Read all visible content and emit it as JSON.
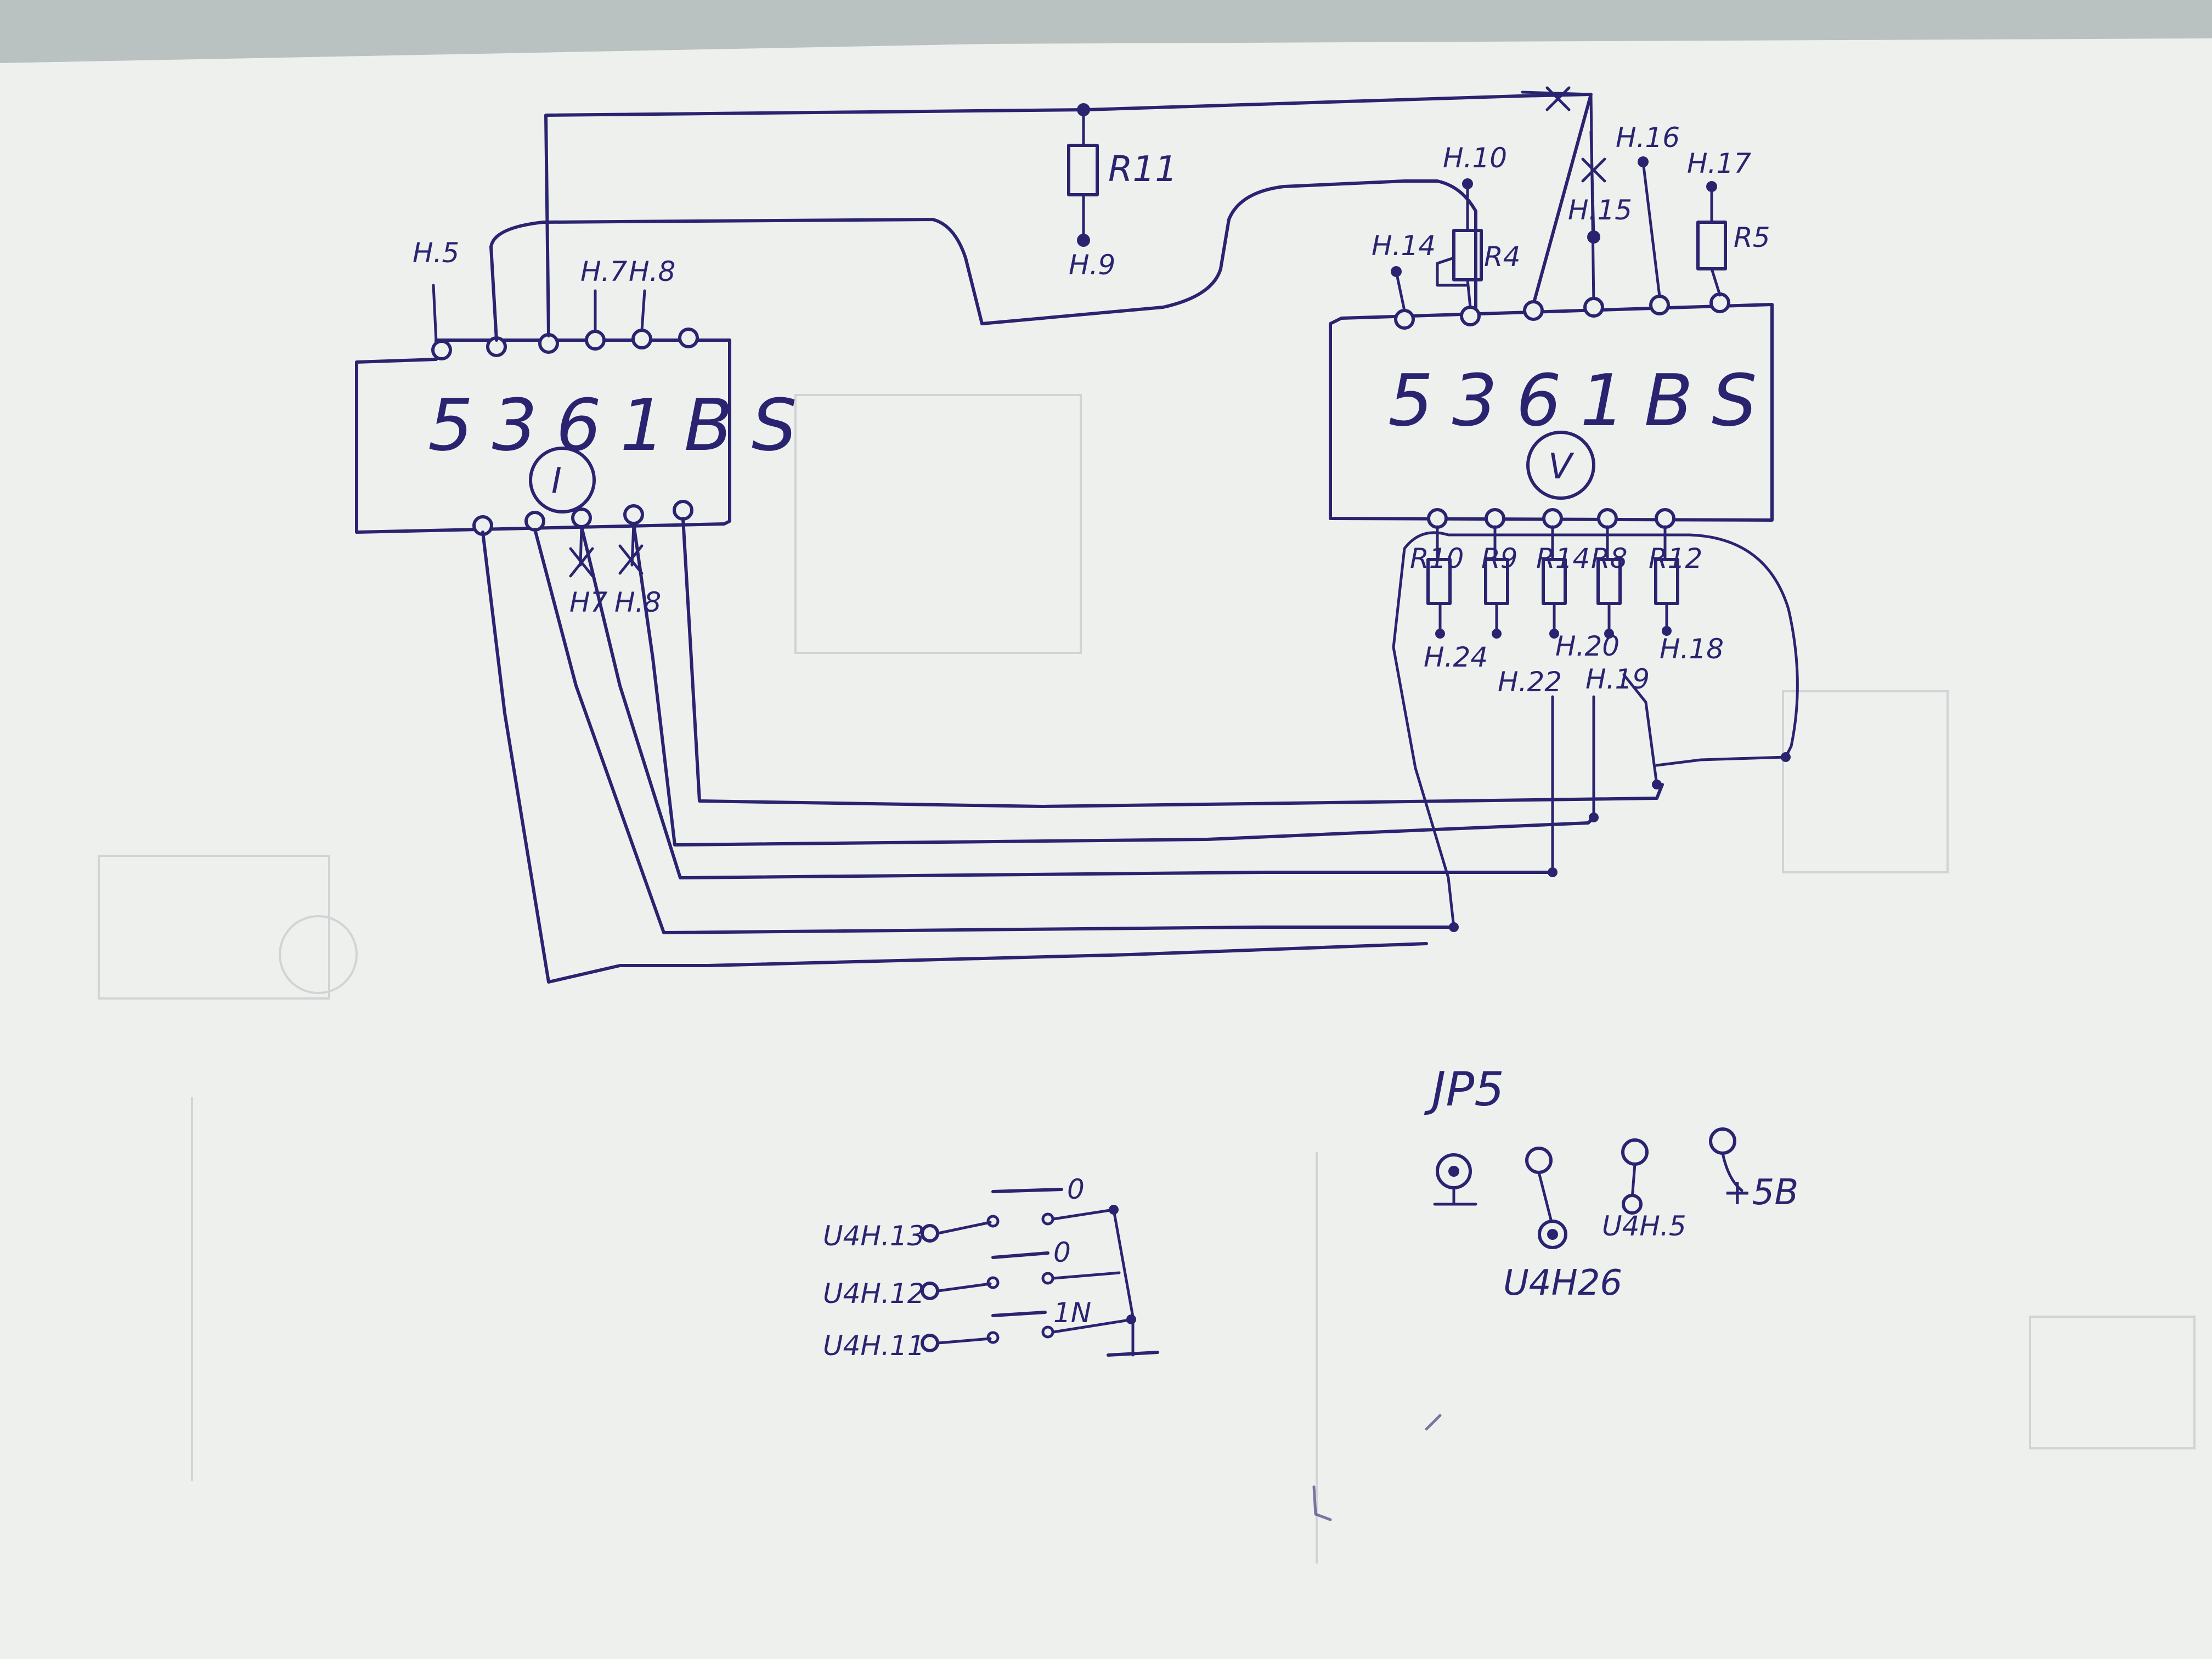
{
  "chips": {
    "left": {
      "part": "5361BS",
      "mark": "I"
    },
    "right": {
      "part": "5361BS",
      "mark": "V"
    }
  },
  "labels": {
    "r11": "R11",
    "n9": "Н.9",
    "n5": "Н.5",
    "n7_top": "Н.7",
    "n8_top": "Н.8",
    "n10": "Н.10",
    "n14": "Н.14",
    "r4": "R4",
    "n16": "Н.16",
    "n15": "Н.15",
    "n17": "Н.17",
    "r5": "R5",
    "n7_bot": "Н7",
    "n8_bot": "Н.8",
    "r10": "R10",
    "r9": "R9",
    "r14": "R14",
    "r8": "R8",
    "r12": "R12",
    "n24": "Н.24",
    "n22": "Н.22",
    "n20": "Н.20",
    "n19": "Н.19",
    "n18": "Н.18"
  },
  "switch_block": {
    "rows": [
      {
        "label": "U4Н.13",
        "mark": "0"
      },
      {
        "label": "U4Н.12",
        "mark": "0"
      },
      {
        "label": "U4Н.11",
        "mark": "1N"
      }
    ]
  },
  "jp5": {
    "title": "JP5",
    "bottom_left": "U4Н26",
    "mid": "U4Н.5",
    "right": "+5В"
  },
  "colors": {
    "ink": "#2a2470",
    "paper": "#eef0ee",
    "table": "#b9c2c0"
  }
}
